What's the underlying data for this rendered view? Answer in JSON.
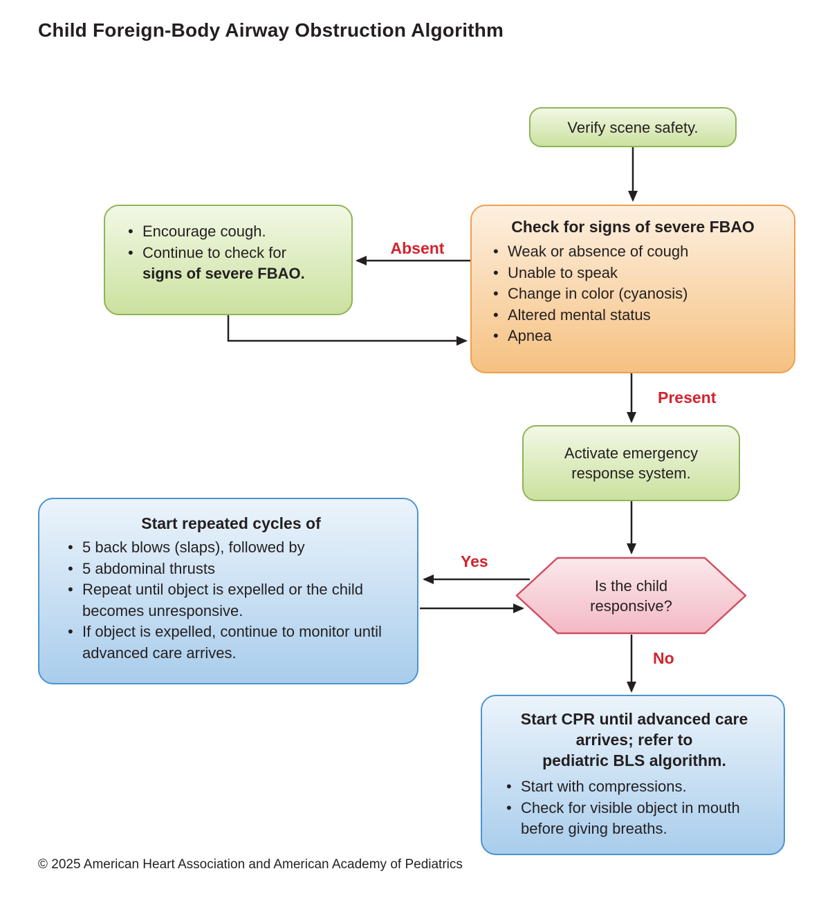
{
  "page": {
    "title": "Child Foreign-Body Airway Obstruction Algorithm",
    "footer": "© 2025 American Heart Association and American Academy of Pediatrics"
  },
  "labels": {
    "absent": "Absent",
    "present": "Present",
    "yes": "Yes",
    "no": "No"
  },
  "nodes": {
    "verify_scene": {
      "text": "Verify scene safety."
    },
    "check_fbao": {
      "title": "Check for signs of severe FBAO",
      "bullets": [
        "Weak or absence of cough",
        "Unable to speak",
        "Change in color (cyanosis)",
        "Altered mental status",
        "Apnea"
      ]
    },
    "encourage_cough": {
      "bullet1": "Encourage cough.",
      "bullet2_line1": "Continue to check for",
      "bullet2_line2_bold": "signs of severe FBAO."
    },
    "activate_ers": {
      "line1": "Activate emergency",
      "line2": "response system."
    },
    "child_responsive": {
      "line1": "Is the child",
      "line2": "responsive?"
    },
    "repeated_cycles": {
      "title": "Start repeated cycles of",
      "bullets": [
        "5 back blows (slaps), followed by",
        "5 abdominal thrusts",
        "Repeat until object is expelled or the child becomes unresponsive.",
        "If object is expelled, continue to monitor until advanced care arrives."
      ]
    },
    "start_cpr": {
      "title_line1": "Start CPR until advanced care",
      "title_line2": "arrives; refer to",
      "title_line3": "pediatric BLS algorithm.",
      "bullets": [
        "Start with compressions.",
        "Check for visible object in mouth before giving breaths."
      ]
    }
  },
  "colors": {
    "green_box_border": "#8fb457",
    "orange_box_border": "#eda04f",
    "blue_box_border": "#4b93cf",
    "decision_border": "#cf4f63",
    "edge_label_red": "#d1232e",
    "arrow_black": "#231f20"
  }
}
